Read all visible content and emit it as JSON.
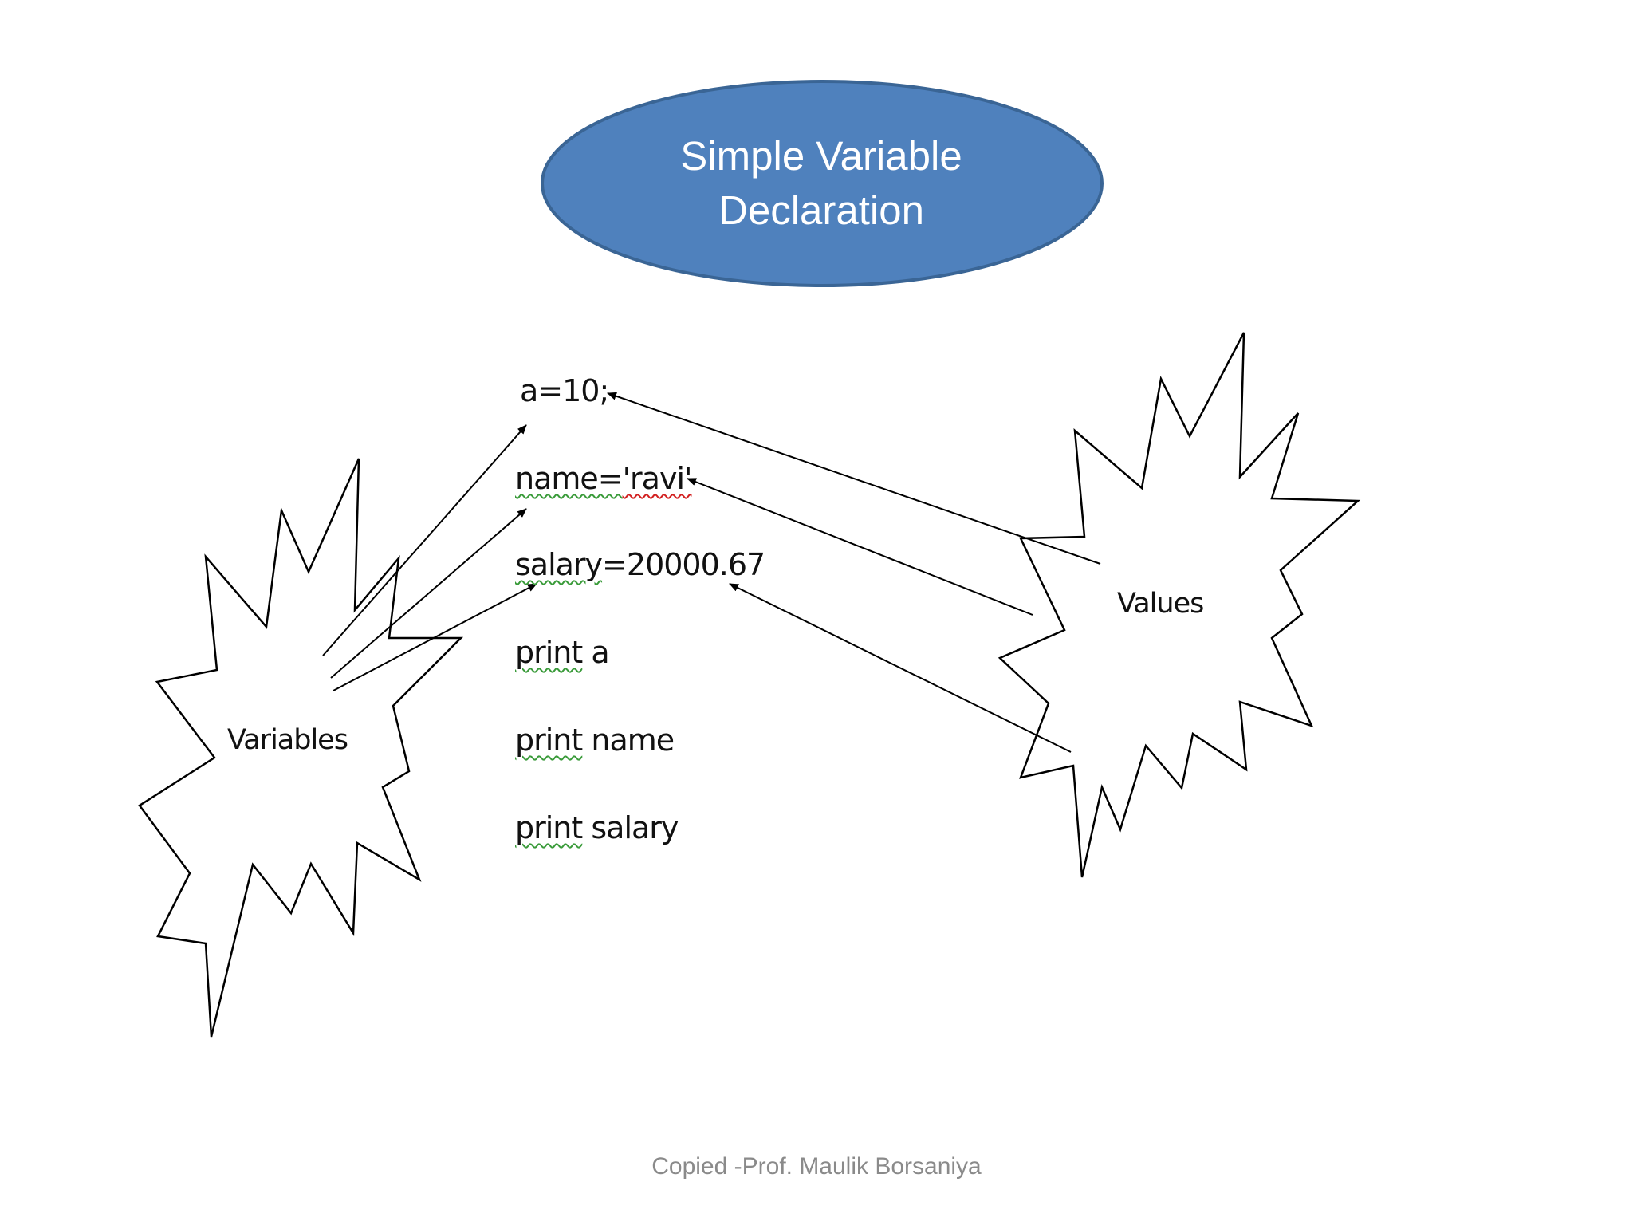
{
  "slide": {
    "title_lines": [
      "Simple Variable",
      "Declaration"
    ],
    "title_fill_color": "#4f81bd",
    "title_stroke_color": "#3a6595"
  },
  "code": {
    "line1": "a=10;",
    "line2_name": "name=",
    "line2_value": "'ravi'",
    "line3_name": "salary",
    "line3_value": "=20000.67",
    "line4_kw": "print",
    "line4_arg": " a",
    "line5_kw": "print",
    "line5_arg": " name",
    "line6_kw": "print",
    "line6_arg": " salary"
  },
  "bursts": {
    "variables_label": "Variables",
    "values_label": "Values"
  },
  "footer": {
    "credit": "Copied -Prof. Maulik Borsaniya"
  }
}
